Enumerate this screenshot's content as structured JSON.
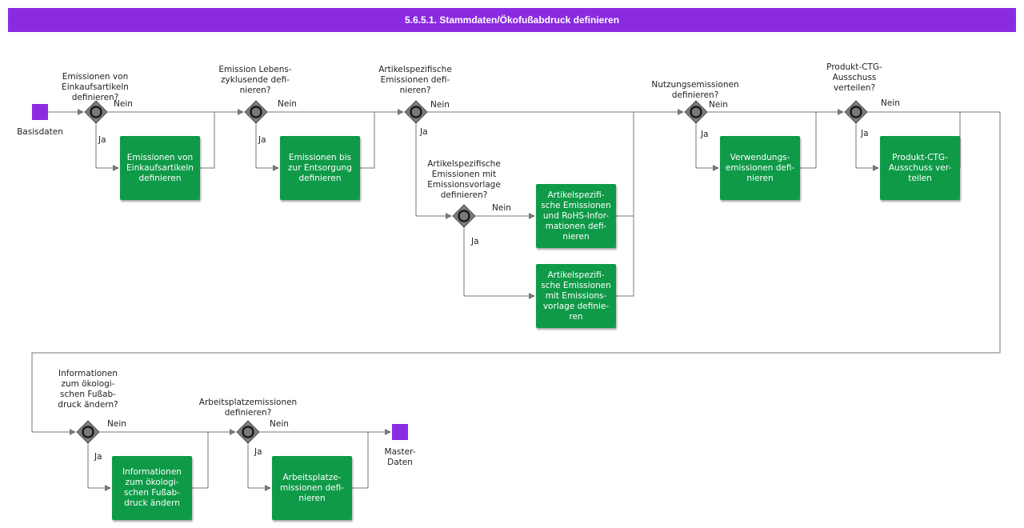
{
  "header": {
    "title": "5.6.5.1. Stammdaten/Ökofußabdruck definieren"
  },
  "events": {
    "start": "Basisdaten",
    "end": "Master-\nDaten"
  },
  "gateways": [
    {
      "question": "Emissionen von\nEinkaufsartikeln\ndefinieren?"
    },
    {
      "question": "Emission Lebens-\nzyklusende defi-\nnieren?"
    },
    {
      "question": "Artikelspezifische\nEmissionen defi-\nnieren?"
    },
    {
      "question": "Artikelspezifische\nEmissionen mit\nEmissionsvorlage\ndefinieren?"
    },
    {
      "question": "Nutzungsemissionen\ndefinieren?"
    },
    {
      "question": "Produkt-CTG-\nAusschuss\nverteilen?"
    },
    {
      "question": "Informationen\nzum ökologi-\nschen Fußab-\ndruck ändern?"
    },
    {
      "question": "Arbeitsplatzemissionen\ndefinieren?"
    }
  ],
  "tasks": [
    {
      "label": "Emissionen von\nEinkaufsartikeln\ndefinieren"
    },
    {
      "label": "Emissionen bis\nzur Entsorgung\ndefinieren"
    },
    {
      "label": "Artikelspezifi-\nsche Emissionen\nund RoHS-Infor-\nmationen defi-\nnieren"
    },
    {
      "label": "Artikelspezifi-\nsche Emissionen\nmit Emissions-\nvorlage definie-\nren"
    },
    {
      "label": "Verwendungs-\nemissionen defi-\nnieren"
    },
    {
      "label": "Produkt-CTG-\nAusschuss ver-\nteilen"
    },
    {
      "label": "Informationen\nzum ökologi-\nschen Fußab-\ndruck ändern"
    },
    {
      "label": "Arbeitsplatze-\nmissionen defi-\nnieren"
    }
  ],
  "edge_labels": {
    "yes": "Ja",
    "no": "Nein"
  },
  "colors": {
    "header": "#8a2be2",
    "task": "#0f9a48",
    "event": "#8a2be2",
    "gateway": "#7a7a7a"
  }
}
